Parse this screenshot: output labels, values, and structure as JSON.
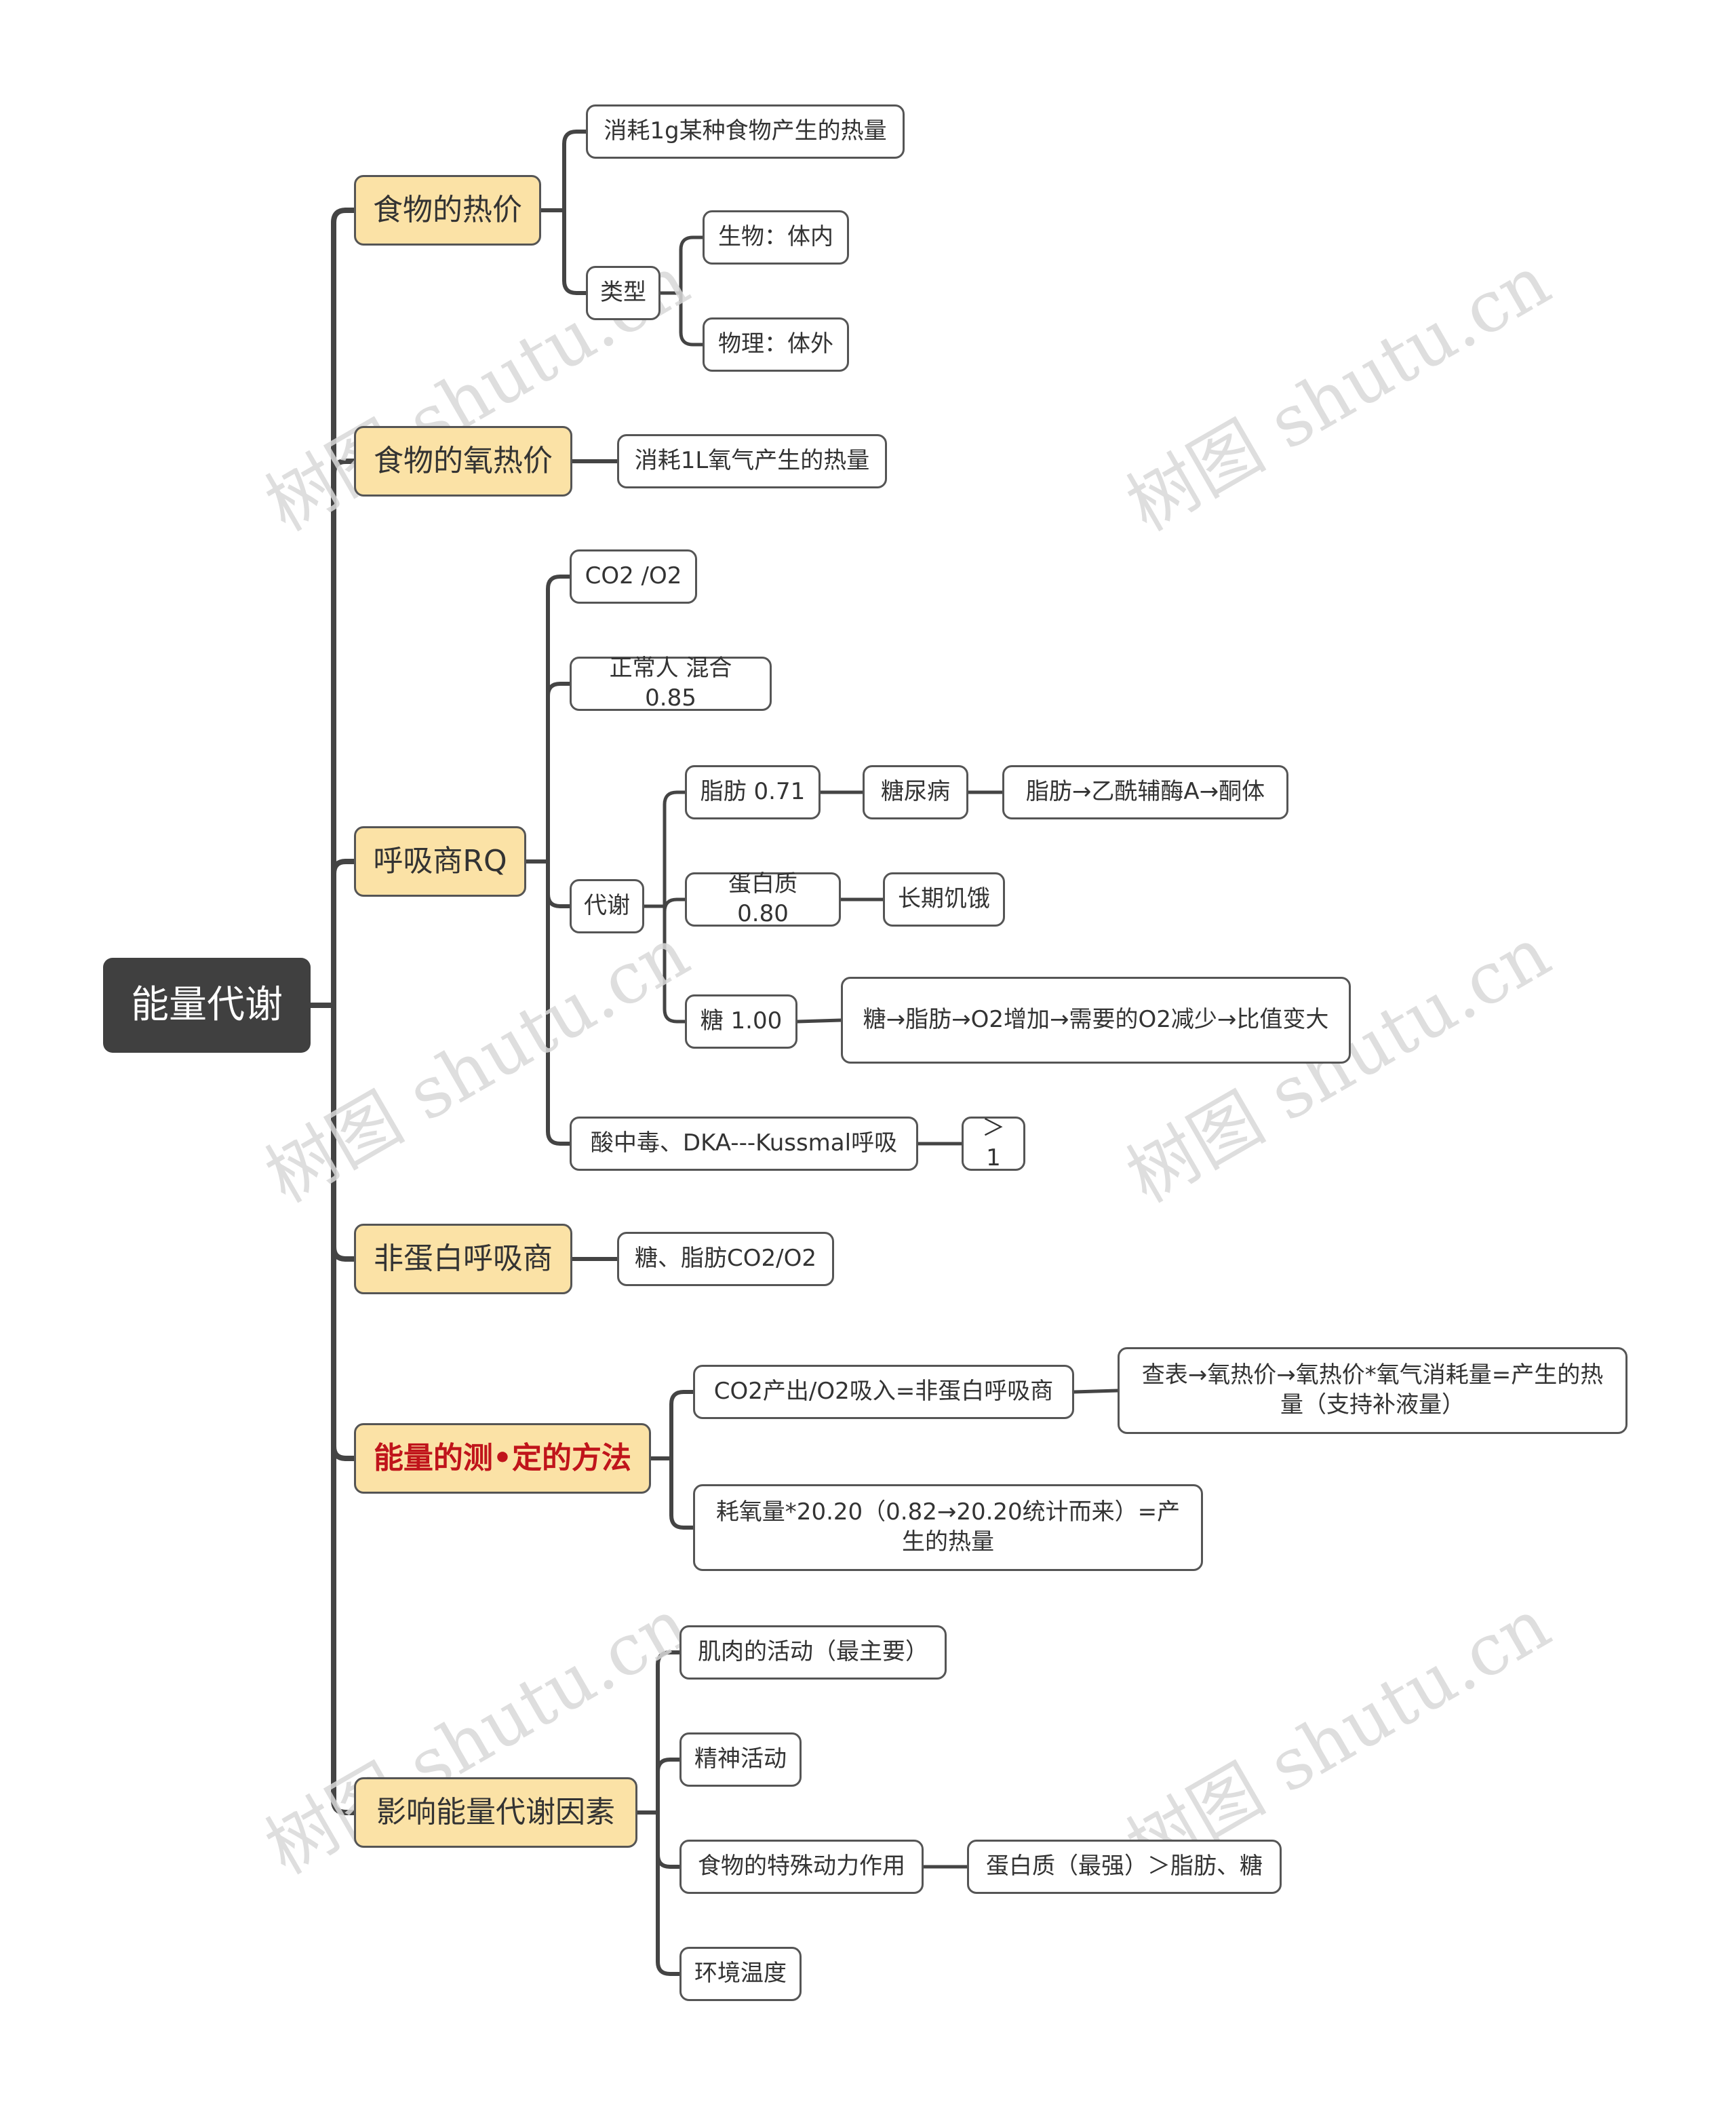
{
  "watermark": "树图 shutu.cn",
  "root": {
    "label": "能量代谢"
  },
  "branches": [
    {
      "label": "食物的热价",
      "children": [
        {
          "label": "消耗1g某种食物产生的热量"
        },
        {
          "label": "类型",
          "children": [
            {
              "label": "生物：体内"
            },
            {
              "label": "物理：体外"
            }
          ]
        }
      ]
    },
    {
      "label": "食物的氧热价",
      "children": [
        {
          "label": "消耗1L氧气产生的热量"
        }
      ]
    },
    {
      "label": "呼吸商RQ",
      "children": [
        {
          "label": "CO2 /O2"
        },
        {
          "label": "正常人 混合0.85"
        },
        {
          "label": "代谢",
          "children": [
            {
              "label": "脂肪 0.71",
              "next": [
                {
                  "label": "糖尿病"
                },
                {
                  "label": "脂肪→乙酰辅酶A→酮体"
                }
              ]
            },
            {
              "label": "蛋白质 0.80",
              "next": [
                {
                  "label": "长期饥饿"
                }
              ]
            },
            {
              "label": "糖   1.00",
              "next": [
                {
                  "label": "糖→脂肪→O2增加→需要的O2减少→比值变大"
                }
              ]
            }
          ]
        },
        {
          "label": "酸中毒、DKA---Kussmal呼吸",
          "next": [
            {
              "label": "＞1"
            }
          ]
        }
      ]
    },
    {
      "label": "非蛋白呼吸商",
      "children": [
        {
          "label": "糖、脂肪CO2/O2"
        }
      ]
    },
    {
      "label": "能量的测•定的方法",
      "highlight": true,
      "children": [
        {
          "label": "CO2产出/O2吸入=非蛋白呼吸商",
          "next": [
            {
              "label": "查表→氧热价→氧热价*氧气消耗量=产生的热量（支持补液量）"
            }
          ]
        },
        {
          "label": "耗氧量*20.20（0.82→20.20统计而来）=产生的热量"
        }
      ]
    },
    {
      "label": "影响能量代谢因素",
      "children": [
        {
          "label": "肌肉的活动（最主要）"
        },
        {
          "label": "精神活动"
        },
        {
          "label": "食物的特殊动力作用",
          "next": [
            {
              "label": "蛋白质（最强）＞脂肪、糖"
            }
          ]
        },
        {
          "label": "环境温度"
        }
      ]
    }
  ],
  "colors": {
    "line": "#444444",
    "main_fill": "#fbe2a6",
    "root_fill": "#404040",
    "highlight_text": "#c0141b"
  }
}
